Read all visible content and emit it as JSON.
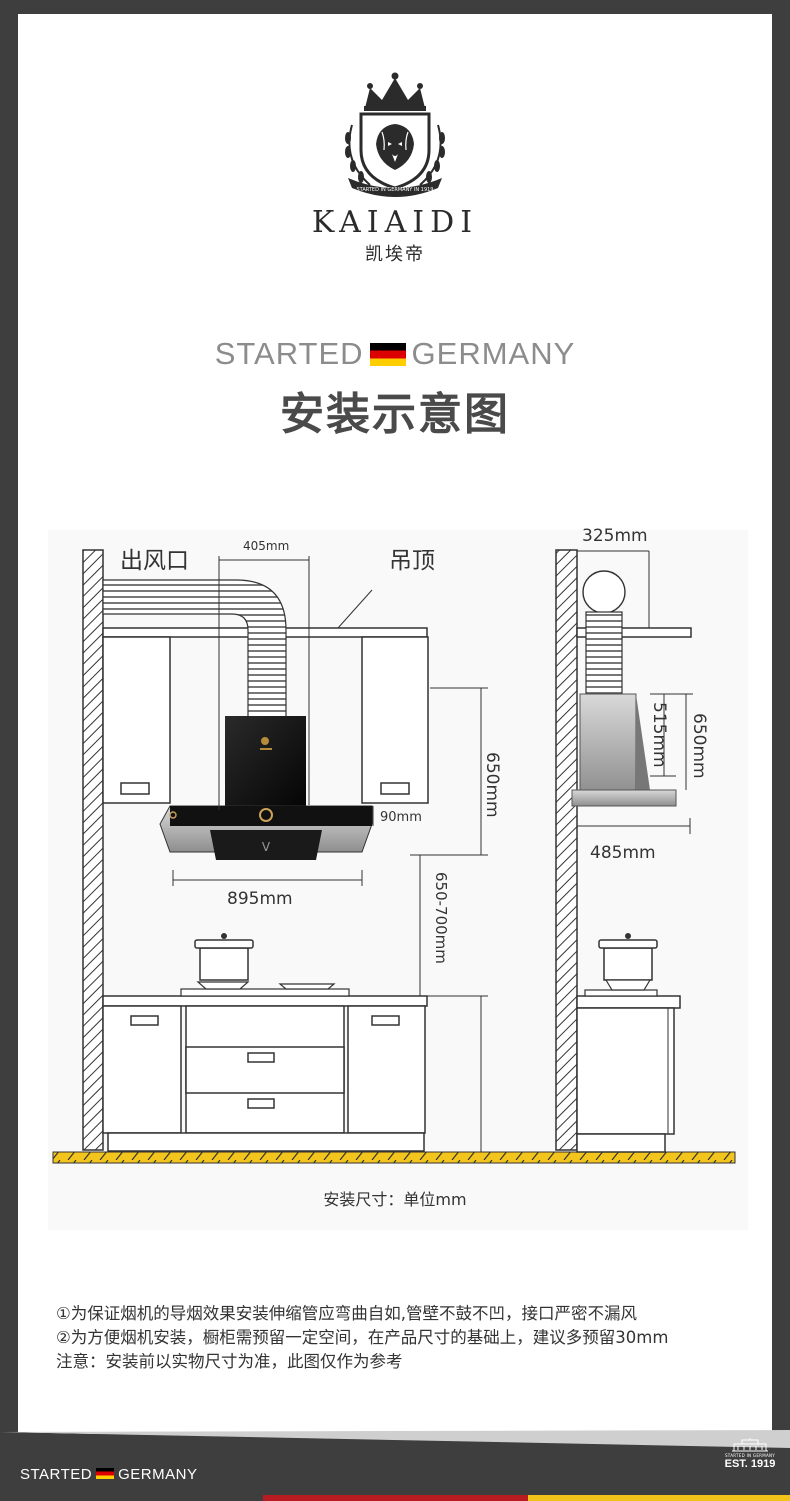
{
  "brand": {
    "name": "KAIAIDI",
    "name_cn": "凯埃帝",
    "seal_text": "STARTED IN GERMANY IN 1919"
  },
  "header": {
    "started_left": "STARTED",
    "started_right": "GERMANY",
    "title": "安装示意图"
  },
  "diagram": {
    "front_labels": {
      "outlet": "出风口",
      "ceiling": "吊顶",
      "width_405": "405mm",
      "height_650": "650mm",
      "depth_90": "90mm",
      "width_895": "895mm",
      "range_650_700": "650-700mm"
    },
    "side_labels": {
      "width_325": "325mm",
      "height_515": "515mm",
      "height_650": "650mm",
      "depth_485": "485mm"
    },
    "unit_note": "安装尺寸：单位mm"
  },
  "notes": [
    "①为保证烟机的导烟效果安装伸缩管应弯曲自如,管壁不鼓不凹，接口严密不漏风",
    "②为方便烟机安装，橱柜需预留一定空间，在产品尺寸的基础上，建议多预留30mm",
    "注意：安装前以实物尺寸为准，此图仅作为参考"
  ],
  "footer": {
    "started_left": "STARTED",
    "started_right": "GERMANY",
    "badge_small": "STARTED IN GERMANY",
    "badge_est": "EST. 1919"
  },
  "colors": {
    "floor": "#f3c51c",
    "flag_black": "#000000",
    "flag_red": "#dd0000",
    "flag_gold": "#ffce00",
    "footer_red": "#b81c22",
    "footer_yellow": "#f2c218"
  }
}
